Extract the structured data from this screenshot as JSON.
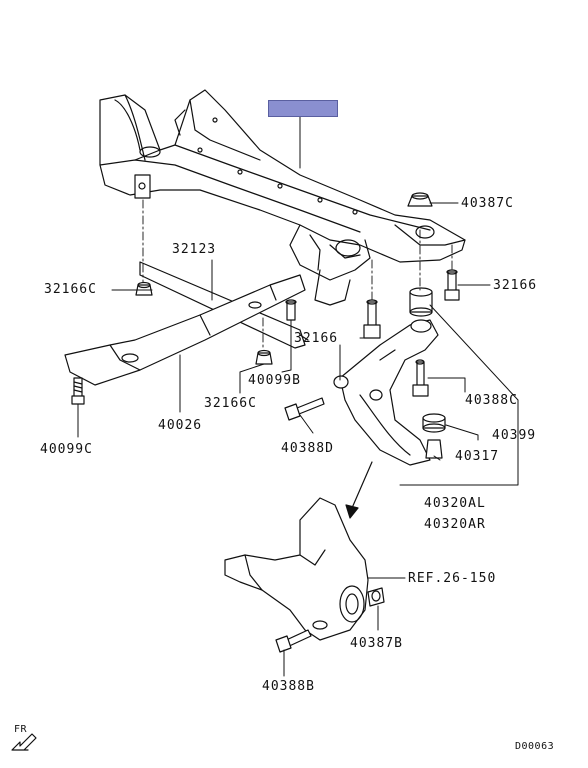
{
  "diagram": {
    "highlight_color": "#8a8fd0",
    "labels": {
      "p40387C": "40387C",
      "p32123": "32123",
      "p32166C_left": "32166C",
      "p32166_right": "32166",
      "p32166_mid": "32166",
      "p40099B": "40099B",
      "p32166C_mid": "32166C",
      "p40388C": "40388C",
      "p40399": "40399",
      "p40388D": "40388D",
      "p40317": "40317",
      "p40099C": "40099C",
      "p40026": "40026",
      "p40320AL": "40320AL",
      "p40320AR": "40320AR",
      "ref": "REF.26-150",
      "p40387B": "40387B",
      "p40388B": "40388B",
      "fr": "FR",
      "code": "D00063"
    }
  }
}
